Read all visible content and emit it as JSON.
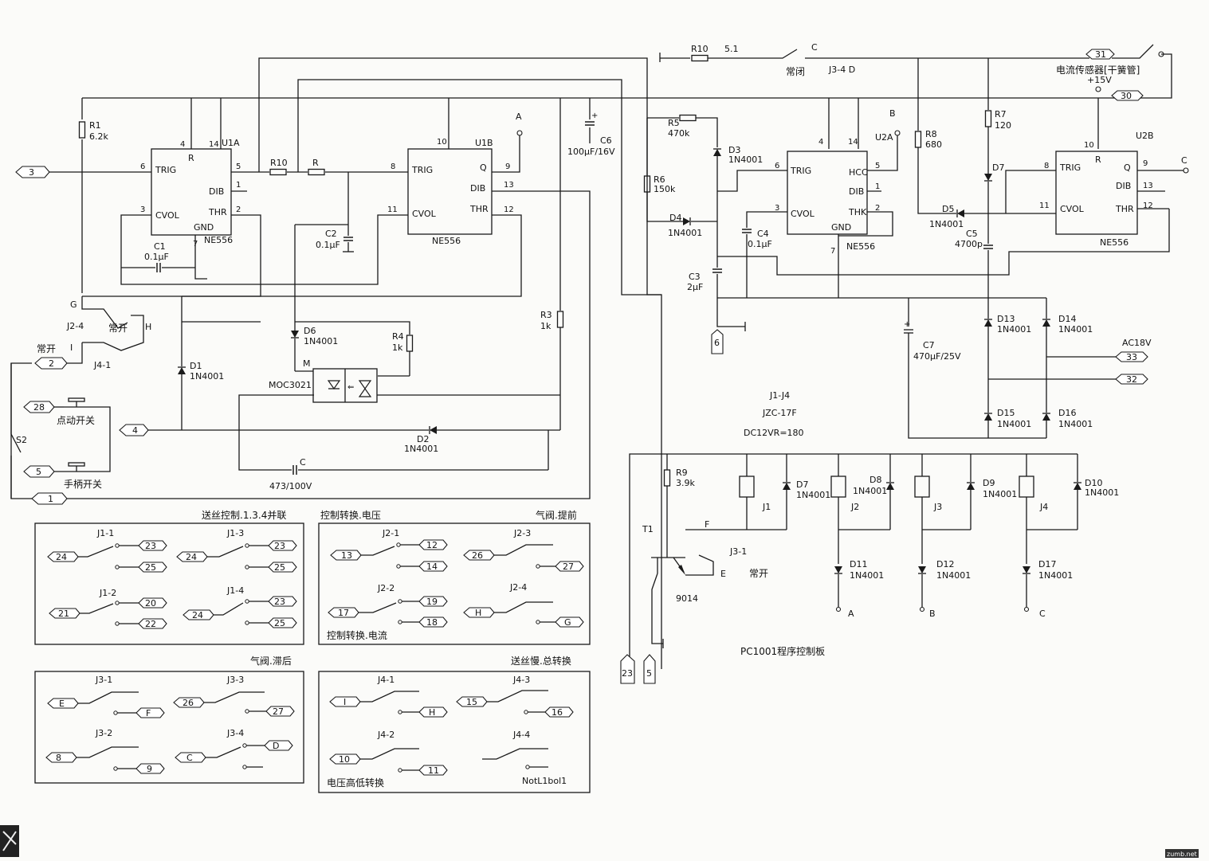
{
  "wires": [],
  "components": {
    "u1a": {
      "name": "U1A",
      "part": "NE556",
      "pins": {
        "trig": "TRIG",
        "r": "R",
        "dib": "DIB",
        "cvol": "CVOL",
        "thr": "THR",
        "gnd": "GND"
      },
      "pin_nums": [
        "4",
        "14",
        "6",
        "5",
        "1",
        "3",
        "2",
        "7"
      ]
    },
    "u1b": {
      "name": "U1B",
      "part": "NE556",
      "pins": {
        "trig": "TRIG",
        "q": "Q",
        "dib": "DIB",
        "cvol": "CVOL",
        "thr": "THR"
      },
      "pin_nums": [
        "10",
        "8",
        "9",
        "13",
        "11",
        "12"
      ]
    },
    "u2a": {
      "name": "U2A",
      "part": "NE556",
      "pins": {
        "trig": "TRIG",
        "hcc": "HCC",
        "dib": "DIB",
        "cvol": "CVOL",
        "thk": "THK",
        "gnd": "GND"
      },
      "pin_nums": [
        "4",
        "14",
        "6",
        "5",
        "1",
        "3",
        "2",
        "7"
      ]
    },
    "u2b": {
      "name": "U2B",
      "part": "NE556",
      "pins": {
        "trig": "TRIG",
        "r": "R",
        "q": "Q",
        "dib": "DIB",
        "cvol": "CVOL",
        "thr": "THR"
      },
      "pin_nums": [
        "10",
        "8",
        "9",
        "13",
        "11",
        "12"
      ]
    },
    "u1a_r": "R",
    "u2b_r": "R"
  },
  "labels": {
    "r1": "R1",
    "r1v": "6.2k",
    "r10a": "R10",
    "r_plain": "R",
    "c1": "C1",
    "c1v": "0.1μF",
    "c2": "C2",
    "c2v": "0.1μF",
    "c6": "C6",
    "c6v": "100μF/16V",
    "r3": "R3",
    "r3v": "1k",
    "r4": "R4",
    "r4v": "1k",
    "d6": "D6",
    "d6v": "1N4001",
    "d1": "D1",
    "d1v": "1N4001",
    "d2": "D2",
    "d2v": "1N4001",
    "moc": "MOC3021",
    "m": "M",
    "c": "C",
    "cv": "473/100V",
    "a": "A",
    "r10b": "R10",
    "r10bv": "5.1",
    "cc": "C",
    "changbi": "常闭",
    "j34d": "J3-4 D",
    "sensor": "电流传感器[干簧管]",
    "p15": "+15V",
    "r5": "R5",
    "r5v": "470k",
    "d3": "D3",
    "d3v": "1N4001",
    "r6": "R6",
    "r6v": "150k",
    "d4": "D4",
    "d4v": "1N4001",
    "c4": "C4",
    "c4v": "0.1μF",
    "c3": "C3",
    "c3v": "2μF",
    "b": "B",
    "r8": "R8",
    "r8v": "680",
    "r7": "R7",
    "r7v": "120",
    "d7a": "D7",
    "d5": "D5",
    "d5v": "1N4001",
    "c5": "C5",
    "c5v": "4700p",
    "c7": "C7",
    "c7v": "470μF/25V",
    "d13": "D13",
    "d13v": "1N4001",
    "d14": "D14",
    "d14v": "1N4001",
    "d15": "D15",
    "d15v": "1N4001",
    "d16": "D16",
    "d16v": "1N4001",
    "ac18": "AC18V",
    "g": "G",
    "h": "H",
    "i": "I",
    "j24": "J2-4",
    "j41": "J4-1",
    "changkai": "常开",
    "diandong": "点动开关",
    "shoubing": "手柄开关",
    "s2": "S2",
    "r9": "R9",
    "r9v": "3.9k",
    "t1": "T1",
    "t1v": "9014",
    "f": "F",
    "e": "E",
    "j31": "J3-1",
    "j1j4": "J1-J4",
    "jzc": "JZC-17F",
    "dc12": "DC12VR=180",
    "j1": "J1",
    "j2": "J2",
    "j3": "J3",
    "j4": "J4",
    "d7": "D7",
    "d7v": "1N4001",
    "d8": "D8",
    "d8v": "1N4001",
    "d9": "D9",
    "d9v": "1N4001",
    "d10": "D10",
    "d10v": "1N4001",
    "d11": "D11",
    "d11v": "1N4001",
    "d12": "D12",
    "d12v": "1N4001",
    "d17": "D17",
    "d17v": "1N4001",
    "board": "PC1001程序控制板",
    "logo": "zumb.net"
  },
  "connectors": {
    "left": [
      "3",
      "2",
      "28",
      "5",
      "1",
      "4"
    ],
    "right": [
      "31",
      "30",
      "33",
      "32"
    ],
    "bottom": [
      "23",
      "5",
      "6"
    ]
  },
  "panels": [
    {
      "title": "送丝控制.1.3.4并联",
      "relays": [
        {
          "name": "J1-1",
          "com": "24",
          "no": "23",
          "nc": "25"
        },
        {
          "name": "J1-3",
          "com": "24",
          "no": "23",
          "nc": "25"
        },
        {
          "name": "J1-2",
          "com": "21",
          "no": "20",
          "nc": "22"
        },
        {
          "name": "J1-4",
          "com": "24",
          "no": "23",
          "nc": "25"
        }
      ]
    },
    {
      "title": "控制转换.电压",
      "title2": "气阀.提前",
      "footer": "控制转换.电流",
      "relays": [
        {
          "name": "J2-1",
          "com": "13",
          "no": "12",
          "nc": "14"
        },
        {
          "name": "J2-3",
          "com": "26",
          "no": "",
          "nc": "27"
        },
        {
          "name": "J2-2",
          "com": "17",
          "no": "19",
          "nc": "18"
        },
        {
          "name": "J2-4",
          "com": "H",
          "no": "",
          "nc": "G"
        }
      ]
    },
    {
      "title": "气阀.滞后",
      "relays": [
        {
          "name": "J3-1",
          "com": "E",
          "no": "",
          "nc": "F"
        },
        {
          "name": "J3-3",
          "com": "26",
          "no": "",
          "nc": "27"
        },
        {
          "name": "J3-2",
          "com": "8",
          "no": "",
          "nc": "9"
        },
        {
          "name": "J3-4",
          "com": "C",
          "no": "D",
          "nc": ""
        }
      ]
    },
    {
      "title": "送丝慢.总转换",
      "footer": "电压高低转换",
      "relays": [
        {
          "name": "J4-1",
          "com": "I",
          "no": "",
          "nc": "H"
        },
        {
          "name": "J4-3",
          "com": "15",
          "no": "",
          "nc": "16"
        },
        {
          "name": "J4-2",
          "com": "10",
          "no": "",
          "nc": "11"
        },
        {
          "name": "J4-4",
          "com": "",
          "no": "",
          "nc": "",
          "note": "NotL1bol1"
        }
      ]
    }
  ]
}
